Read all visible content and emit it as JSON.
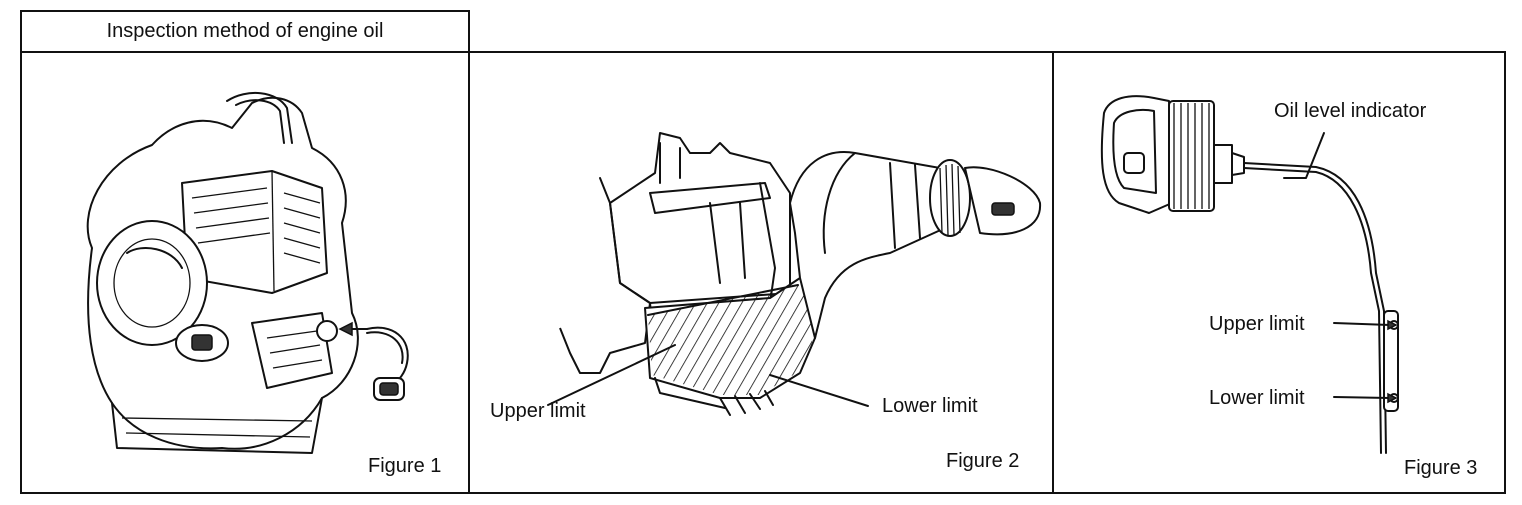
{
  "title": "Inspection method of engine oil",
  "figure1": {
    "caption": "Figure 1"
  },
  "figure2": {
    "caption": "Figure 2",
    "upper_label": "Upper limit",
    "lower_label": "Lower limit"
  },
  "figure3": {
    "caption": "Figure 3",
    "indicator_label": "Oil level indicator",
    "upper_label": "Upper limit",
    "lower_label": "Lower limit"
  },
  "icons": [
    "engine-blower-drawing",
    "oil-tank-cutaway-drawing",
    "oil-cap-dipstick-drawing"
  ]
}
